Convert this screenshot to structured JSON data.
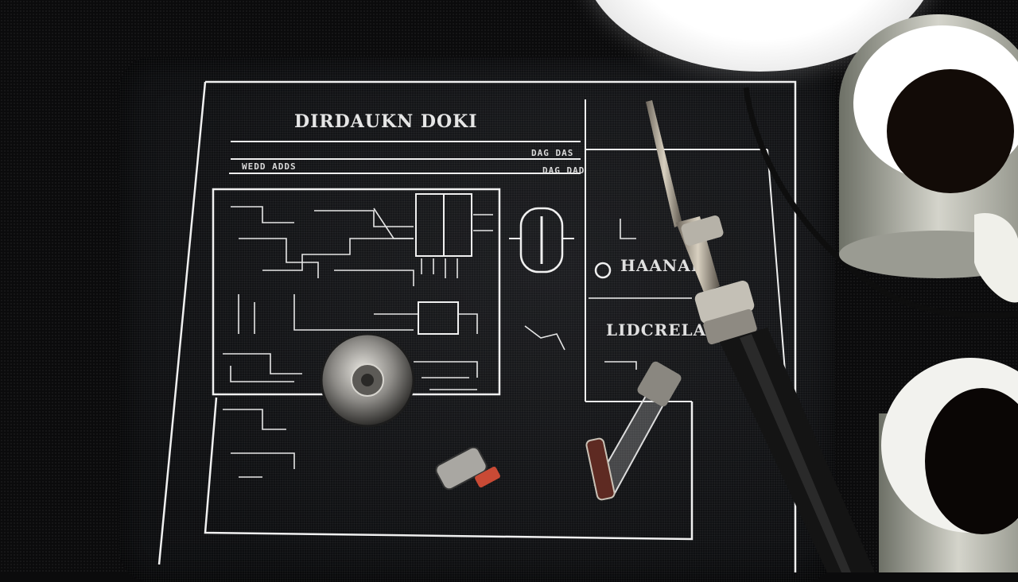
{
  "photo": {
    "subject": "Electronics schematic mat with soldering iron, components and two coffee mugs",
    "schematic_title": "DIRDAUKN DOKI",
    "header_row_1_left": "",
    "header_row_1_right": "DAG DAS",
    "header_row_2_left": "WEDD ADDS",
    "header_row_2_right": "DAG DAD",
    "right_panel_label_1": "HAANAD",
    "right_panel_label_2": "LIDCRELA",
    "colors": {
      "mat": "#141517",
      "line_art": "#f2f2f2",
      "iron_handle": "#141414",
      "iron_tip": "#b9b0a0",
      "mug": "#cfcfc6",
      "coffee": "#120b07"
    },
    "icons": [
      "soldering-iron-icon",
      "coffee-mug-icon",
      "metal-cap-icon",
      "transistor-icon",
      "chip-icon"
    ]
  }
}
